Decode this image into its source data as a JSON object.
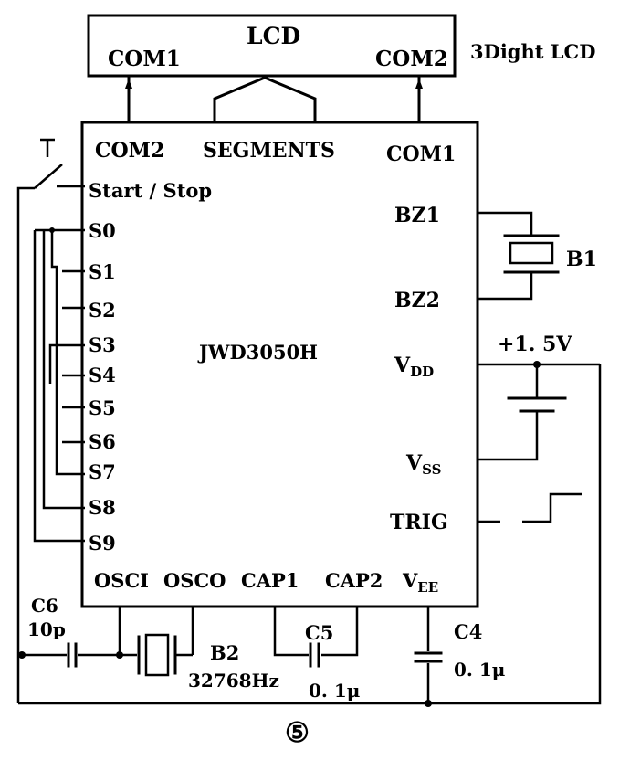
{
  "lcd": {
    "title": "LCD",
    "com1": "COM1",
    "com2": "COM2",
    "side_label": "3Dight LCD"
  },
  "chip": {
    "name": "JWD3050H",
    "top_com2": "COM2",
    "top_segments": "SEGMENTS",
    "top_com1": "COM1",
    "start_stop": "Start / Stop",
    "s_pins": [
      "S0",
      "S1",
      "S2",
      "S3",
      "S4",
      "S5",
      "S6",
      "S7",
      "S8",
      "S9"
    ],
    "bz1": "BZ1",
    "bz2": "BZ2",
    "vdd_main": "V",
    "vdd_sub": "DD",
    "vss_main": "V",
    "vss_sub": "SS",
    "trig": "TRIG",
    "osci": "OSCI",
    "osco": "OSCO",
    "cap1": "CAP1",
    "cap2": "CAP2",
    "vee_main": "V",
    "vee_sub": "EE"
  },
  "components": {
    "b1": "B1",
    "supply": "+1. 5V",
    "b2": "B2",
    "b2_freq": "32768Hz",
    "c5": "C5",
    "c5_val": "0. 1μ",
    "c4": "C4",
    "c4_val": "0. 1μ",
    "c6": "C6",
    "c6_val": "10p"
  },
  "figure_number": "⑤"
}
